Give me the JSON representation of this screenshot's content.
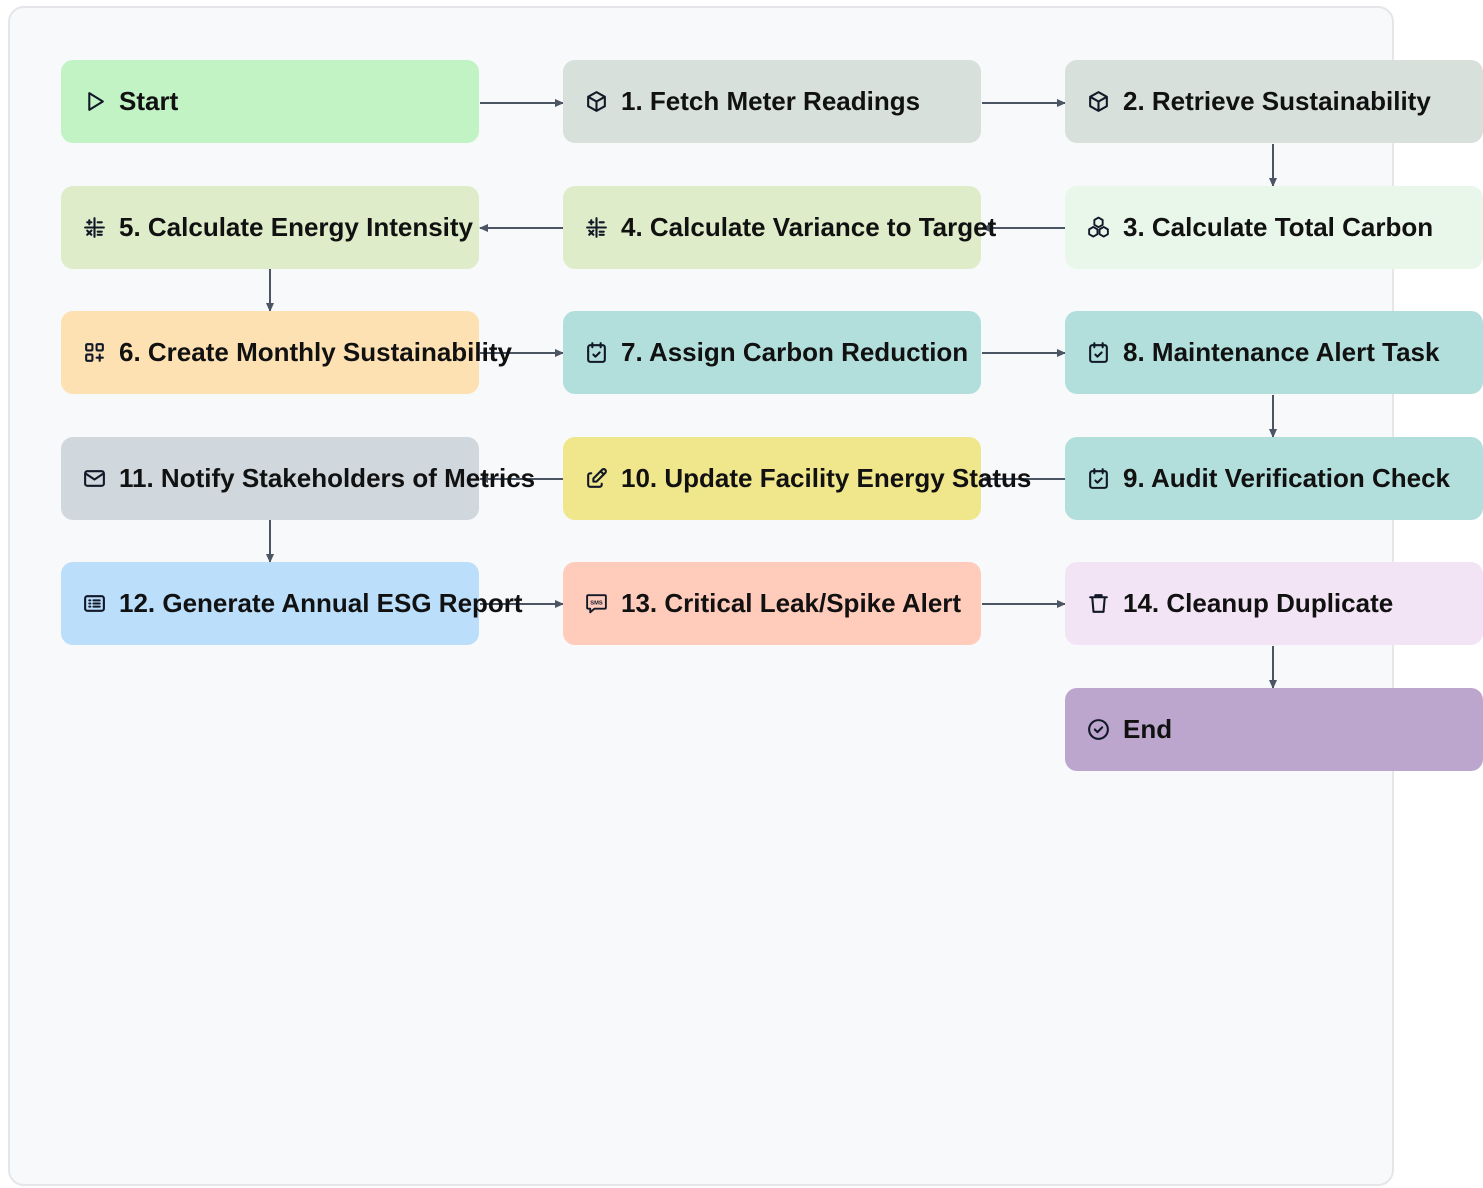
{
  "nodes": {
    "start": {
      "label": "Start",
      "icon": "play-icon",
      "color": "#c1f3c5"
    },
    "n1": {
      "label": "1. Fetch Meter Readings",
      "icon": "cube-icon",
      "color": "#d7e0da"
    },
    "n2": {
      "label": "2. Retrieve Sustainability",
      "icon": "cube-icon",
      "color": "#d7e0da"
    },
    "n3": {
      "label": "3. Calculate Total Carbon",
      "icon": "cubes-icon",
      "color": "#e9f6ea"
    },
    "n4": {
      "label": "4. Calculate Variance to Target",
      "icon": "calculator-icon",
      "color": "#deecca"
    },
    "n5": {
      "label": "5. Calculate Energy Intensity",
      "icon": "calculator-icon",
      "color": "#deecca"
    },
    "n6": {
      "label": "6. Create Monthly Sustainability",
      "icon": "apps-add-icon",
      "color": "#fde1b2"
    },
    "n7": {
      "label": "7. Assign Carbon Reduction",
      "icon": "calendar-check-icon",
      "color": "#b2dfdb"
    },
    "n8": {
      "label": "8. Maintenance Alert Task",
      "icon": "calendar-check-icon",
      "color": "#b2dfdb"
    },
    "n9": {
      "label": "9. Audit Verification Check",
      "icon": "calendar-check-icon",
      "color": "#b2dfdb"
    },
    "n10": {
      "label": "10. Update Facility Energy Status",
      "icon": "edit-icon",
      "color": "#f0e68c"
    },
    "n11": {
      "label": "11. Notify Stakeholders of Metrics",
      "icon": "mail-icon",
      "color": "#d0d7dd"
    },
    "n12": {
      "label": "12. Generate Annual ESG Report",
      "icon": "list-details-icon",
      "color": "#bbdefb"
    },
    "n13": {
      "label": "13. Critical Leak/Spike Alert",
      "icon": "message-sms-icon",
      "color": "#ffcbbb"
    },
    "n14": {
      "label": "14. Cleanup Duplicate",
      "icon": "trash-icon",
      "color": "#f3e4f5"
    },
    "end": {
      "label": "End",
      "icon": "circle-check-icon",
      "color": "#bca6ce"
    }
  }
}
